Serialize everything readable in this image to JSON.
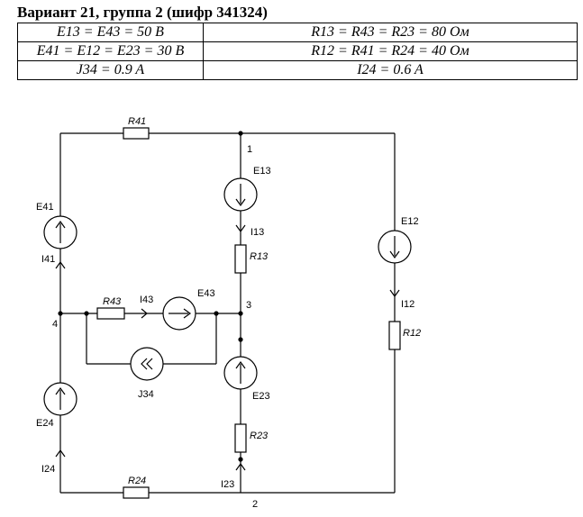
{
  "header": {
    "title": "Вариант 21, группа 2 (шифр 341324)"
  },
  "params_table": {
    "rows": [
      [
        "E13 = E43 = 50 В",
        "R13 = R43 = R23 = 80 Ом"
      ],
      [
        "E41 = E12 = E23 = 30 В",
        "R12 = R41 = R24 = 40 Ом"
      ],
      [
        "J34 = 0.9 A",
        "I24 = 0.6 A"
      ]
    ]
  },
  "circuit": {
    "nodes": {
      "n1": "1",
      "n2": "2",
      "n3": "3",
      "n4": "4"
    },
    "resistors": {
      "r41": "R41",
      "r13": "R13",
      "r43": "R43",
      "r23": "R23",
      "r24": "R24",
      "r12": "R12"
    },
    "sources": {
      "e41": "E41",
      "e13": "E13",
      "e43": "E43",
      "e23": "E23",
      "e24": "E24",
      "e12": "E12"
    },
    "current_source": {
      "j34": "J34"
    },
    "currents": {
      "i41": "I41",
      "i13": "I13",
      "i43": "I43",
      "i24": "I24",
      "i23": "I23",
      "i12": "I12"
    }
  }
}
